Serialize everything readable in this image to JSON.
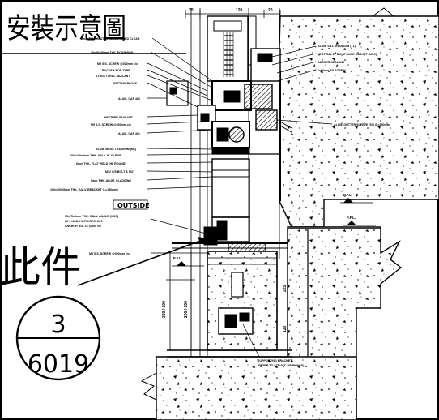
{
  "title": "安裝示意圖",
  "callout_marker": "此件",
  "section_bubble": {
    "number": "3",
    "sheet": "6019"
  },
  "outside_label": "OUTSIDE",
  "ffl_labels": [
    "F.F.L.",
    "F.F.L.",
    "F.F.L."
  ],
  "dimensions": {
    "top_20": "20",
    "top_120": "120",
    "top_20b": "20",
    "vert_225": "225",
    "vert_120": "120",
    "vert_300": "300 / 100",
    "vert_200": "200 / 100"
  },
  "annotations_left": [
    "5mm THK. HEAT STRENGTHENED CLEAR",
    "30x30x30mm THK. FOAM ROD",
    "M5 S.S. SCREW @300mm c/c",
    "BACKER ROD TYPE",
    "STRUCTURAL SEALANT",
    "SETTING BLOCK",
    "ALUM. CAP 400",
    "WEATHER SEALANT",
    "M5 S.S. SCREW @300mm c/c",
    "ALUM. CAP 401",
    "ALUM. MESS TRANSOM (M1)",
    "100x100x5mm THK. GALV. FLAT BAR",
    "6mm THK. FLAT WELD (HL ROUND)",
    "M12 S/S BOLT & NUT",
    "5mm THK. ALUM. CLADDING",
    "100x100x5mm THK. GALV. BRACKET (L=150mm)"
  ],
  "annotations_right": [
    "ALUM. SILL TRANSOM (T1)",
    "VERTICAL EPDM SPONGE GASKET (MSC)",
    "BACKER SEALANT",
    "6x60mm SS SCREW",
    "ALUM. GUTTER SLEEVE (S1) (L=150mm)"
  ],
  "annotations_anchor": [
    "75x75x5mm THK. GALV. ANGLE (HMC)",
    "W/ 3 NOS. HILTI HST-R M10",
    "ANCHOR BOLTS @300 c/c"
  ],
  "annotation_screw": "M5 S.S. SCREW @300mm c/c",
  "annotation_bottom": [
    "SUPPORTING BRACKET",
    "(REFER TO STRUCT. DRAWINGS)"
  ]
}
